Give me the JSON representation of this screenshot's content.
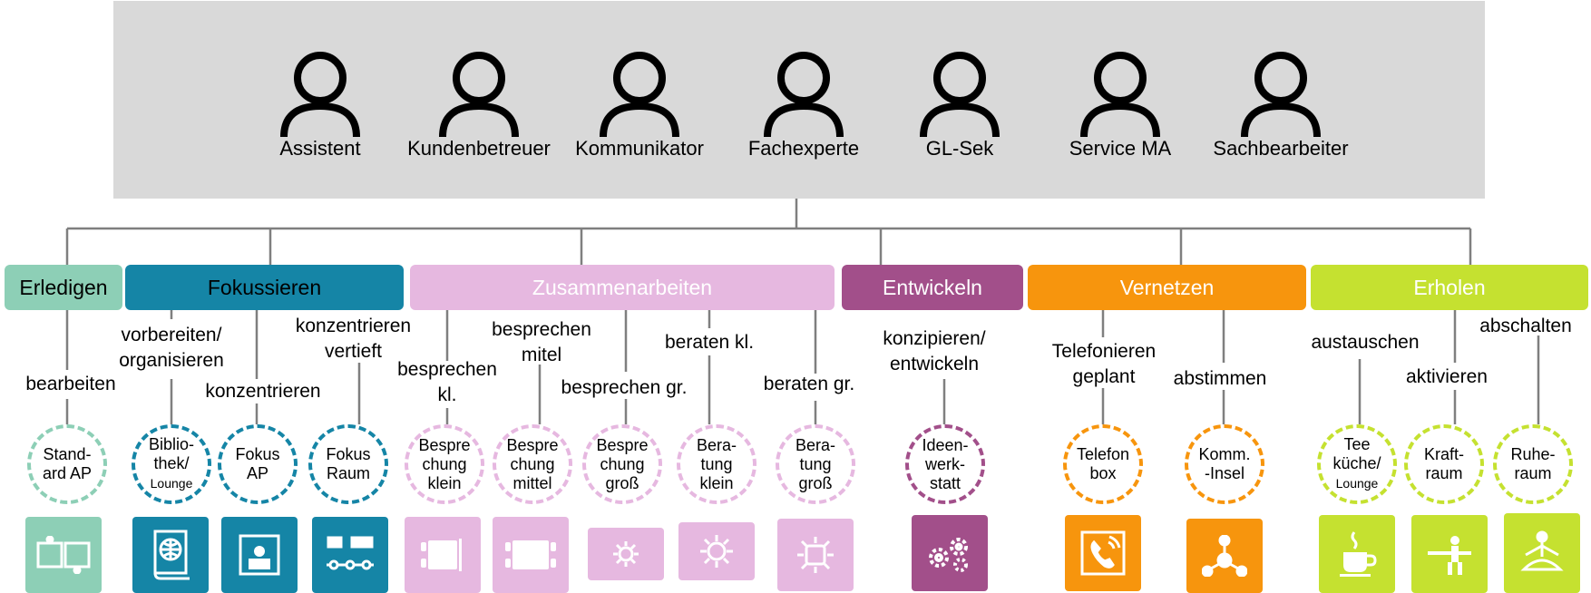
{
  "roles": [
    {
      "label": "Assistent",
      "icon": "person-icon"
    },
    {
      "label": "Kundenbetreuer",
      "icon": "person-icon"
    },
    {
      "label": "Kommunikator",
      "icon": "person-icon"
    },
    {
      "label": "Fachexperte",
      "icon": "person-icon"
    },
    {
      "label": "GL-Sek",
      "icon": "person-icon"
    },
    {
      "label": "Service MA",
      "icon": "person-icon"
    },
    {
      "label": "Sachbearbeiter",
      "icon": "person-icon"
    }
  ],
  "categories": [
    {
      "label": "Erledigen",
      "color": "#8dcfb6"
    },
    {
      "label": "Fokussieren",
      "color": "#1585a6"
    },
    {
      "label": "Zusammenarbeiten",
      "color": "#e6b8e0"
    },
    {
      "label": "Entwickeln",
      "color": "#a24f8a"
    },
    {
      "label": "Vernetzen",
      "color": "#f7950d"
    },
    {
      "label": "Erholen",
      "color": "#c5e130"
    }
  ],
  "activities": {
    "bearbeiten": "bearbeiten",
    "vorbereiten": "vorbereiten/\norganisieren",
    "konzentrieren": "konzentrieren",
    "konzentrieren_vertieft": "konzentrieren\nvertieft",
    "besprechen_kl": "besprechen\nkl.",
    "besprechen_mitel": "besprechen\nmitel",
    "besprechen_gr": "besprechen gr.",
    "beraten_kl": "beraten kl.",
    "beraten_gr": "beraten gr.",
    "konzipieren": "konzipieren/\nentwickeln",
    "telefonieren": "Telefonieren\ngeplant",
    "abstimmen": "abstimmen",
    "austauschen": "austauschen",
    "aktivieren": "aktivieren",
    "abschalten": "abschalten"
  },
  "spaces": {
    "standard_ap": "Stand-\nard AP",
    "bibliothek_a": "Biblio-\nthek/",
    "bibliothek_b": "Lounge",
    "fokus_ap": "Fokus\nAP",
    "fokus_raum": "Fokus\nRaum",
    "besprechung_klein": "Bespre\nchung\nklein",
    "besprechung_mittel": "Bespre\nchung\nmittel",
    "besprechung_gross": "Bespre\nchung\ngroß",
    "beratung_klein": "Bera-\ntung\nklein",
    "beratung_gross": "Bera-\ntung\ngroß",
    "ideenwerkstatt": "Ideen-\nwerk-\nstatt",
    "telefonbox": "Telefon\nbox",
    "komm_insel": "Komm.\n-Insel",
    "teekueche_a": "Tee\nküche/",
    "teekueche_b": "Lounge",
    "kraftraum": "Kraft-\nraum",
    "ruheraum": "Ruhe-\nraum"
  },
  "icons": [
    "workstation-icon",
    "globe-book-icon",
    "phone-booth-icon",
    "focus-room-icon",
    "table-small-icon",
    "table-medium-icon",
    "table-large-icon",
    "round-table-small-icon",
    "round-table-large-icon",
    "gears-icon",
    "phone-icon",
    "network-icon",
    "coffee-cup-icon",
    "fitness-icon",
    "meditation-icon"
  ]
}
